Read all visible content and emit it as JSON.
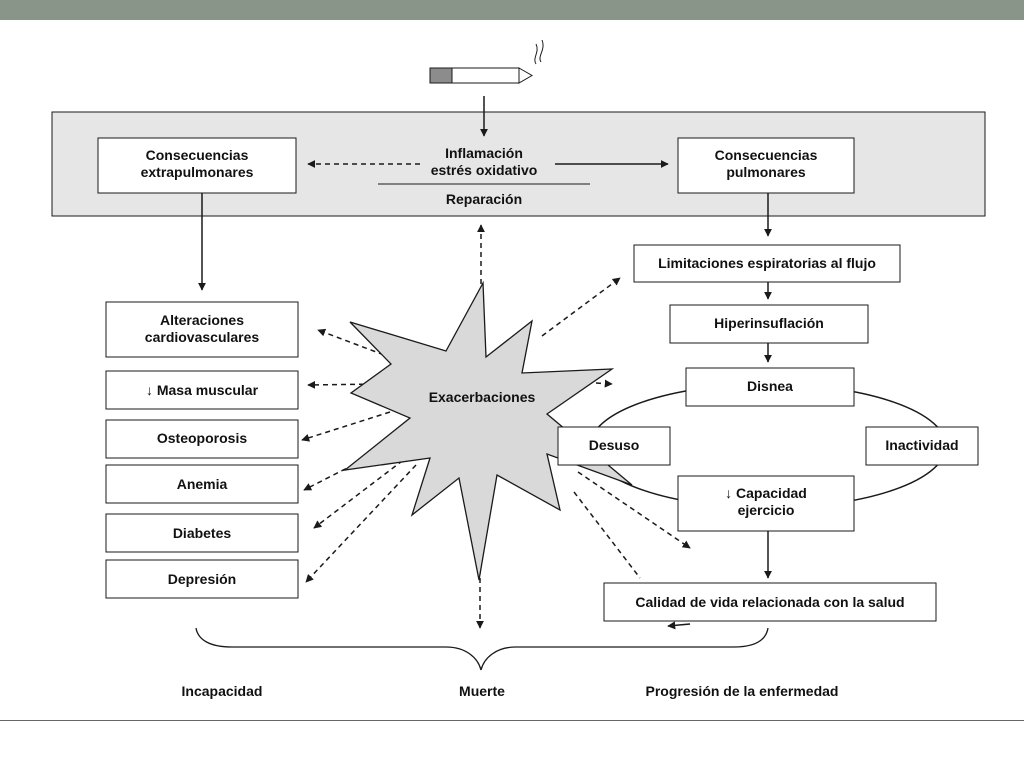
{
  "colors": {
    "top_bar": "#8a958a",
    "panel_fill": "#e6e6e6",
    "box_fill": "#ffffff",
    "stroke": "#1a1a1a",
    "burst_fill": "#d9d9d9",
    "cigarette_filter": "#8c8c8c",
    "bottom_rule": "#666666"
  },
  "icons": {
    "cigarette": "cigarette-icon"
  },
  "nodes": {
    "extrapulmonary": [
      "Consecuencias",
      "extrapulmonares"
    ],
    "inflammation": [
      "Inflamación",
      "estrés oxidativo"
    ],
    "repair": [
      "Reparación"
    ],
    "pulmonary": [
      "Consecuencias",
      "pulmonares"
    ],
    "cardiovascular": [
      "Alteraciones",
      "cardiovasculares"
    ],
    "muscle": [
      "↓ Masa muscular"
    ],
    "osteoporosis": [
      "Osteoporosis"
    ],
    "anemia": [
      "Anemia"
    ],
    "diabetes": [
      "Diabetes"
    ],
    "depression": [
      "Depresión"
    ],
    "exacerbations": [
      "Exacerbaciones"
    ],
    "flow_limitation": [
      "Limitaciones espiratorias al flujo"
    ],
    "hyperinflation": [
      "Hiperinsuflación"
    ],
    "dyspnea": [
      "Disnea"
    ],
    "disuse": [
      "Desuso"
    ],
    "inactivity": [
      "Inactividad"
    ],
    "exercise_capacity": [
      "↓ Capacidad",
      "ejercicio"
    ],
    "quality_of_life": [
      "Calidad de vida relacionada con la salud"
    ]
  },
  "outcomes": {
    "disability": "Incapacidad",
    "death": "Muerte",
    "progression": "Progresión de la enfermedad"
  }
}
